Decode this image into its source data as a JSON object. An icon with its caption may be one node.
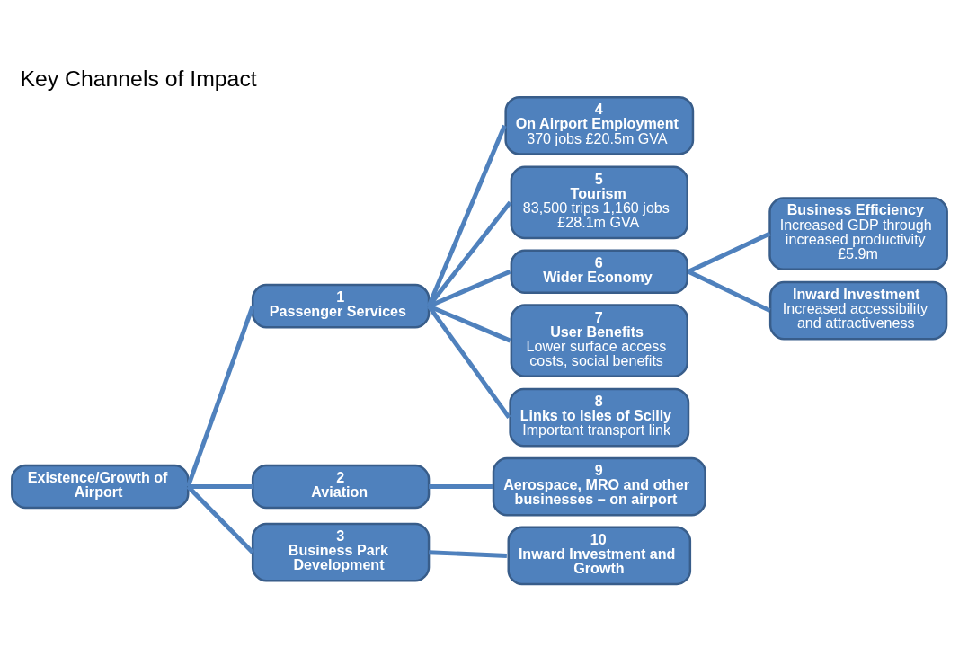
{
  "diagram": {
    "title": "Key Channels of Impact",
    "nodes": [
      {
        "text": [
          "Existence/Growth of Airport"
        ]
      },
      {
        "text": [
          "1",
          "Passenger Services"
        ]
      },
      {
        "text": [
          "2",
          "Aviation"
        ]
      },
      {
        "text": [
          "3",
          "Business Park Development"
        ]
      },
      {
        "text": [
          "4",
          "On Airport Employment",
          "370 jobs £20.5m GVA"
        ]
      },
      {
        "text": [
          "5",
          "Tourism",
          "83,500 trips 1,160 jobs £28.1m GVA"
        ]
      },
      {
        "text": [
          "6",
          "Wider Economy"
        ]
      },
      {
        "text": [
          "7",
          "User Benefits",
          "Lower surface access costs, social benefits"
        ]
      },
      {
        "text": [
          "8",
          "Links to Isles of Scilly",
          "Important transport link"
        ]
      },
      {
        "text": [
          "9",
          "Aerospace, MRO and other businesses – on airport"
        ]
      },
      {
        "text": [
          "10",
          "Inward Investment and Growth"
        ]
      },
      {
        "text": [
          "Business Efficiency",
          "Increased GDP through increased productivity £5.9m"
        ]
      },
      {
        "text": [
          "Inward Investment",
          "Increased accessibility and attractiveness"
        ]
      }
    ],
    "edges": [
      {
        "from": 0,
        "to": 1,
        "arrow": "none"
      },
      {
        "from": 0,
        "to": 2,
        "arrow": "none"
      },
      {
        "from": 0,
        "to": 3,
        "arrow": "none"
      },
      {
        "from": 1,
        "to": 4,
        "arrow": "none"
      },
      {
        "from": 1,
        "to": 5,
        "arrow": "none"
      },
      {
        "from": 1,
        "to": 6,
        "arrow": "none"
      },
      {
        "from": 1,
        "to": 7,
        "arrow": "none"
      },
      {
        "from": 1,
        "to": 8,
        "arrow": "none"
      },
      {
        "from": 2,
        "to": 9,
        "arrow": "none"
      },
      {
        "from": 3,
        "to": 10,
        "arrow": "none"
      },
      {
        "from": 6,
        "to": 11,
        "arrow": "none"
      },
      {
        "from": 6,
        "to": 12,
        "arrow": "none"
      }
    ]
  }
}
